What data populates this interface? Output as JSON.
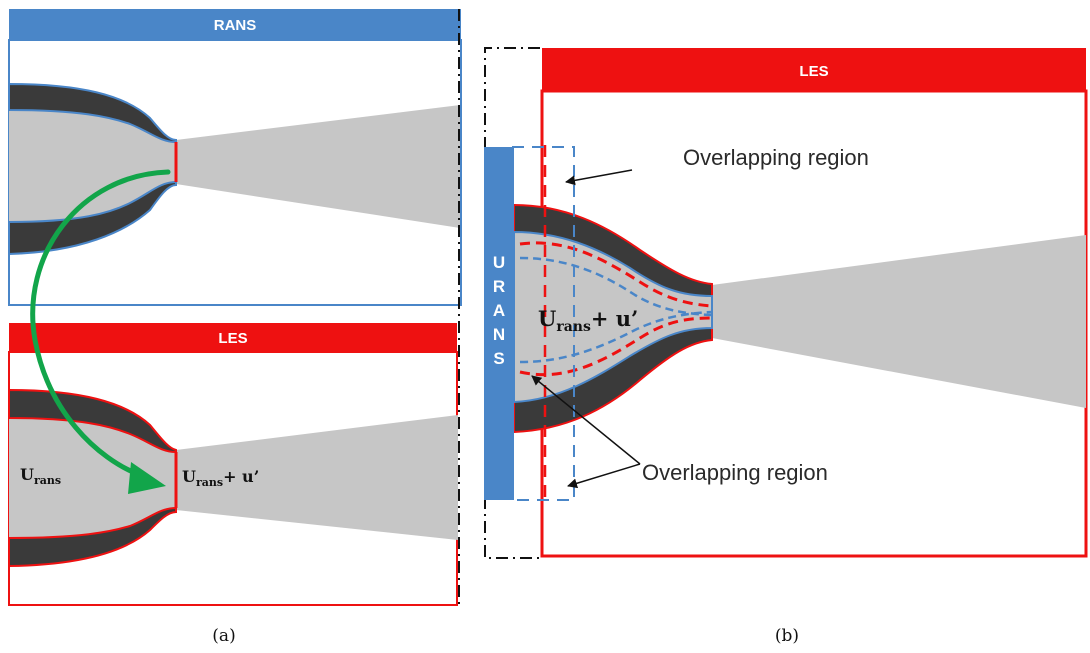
{
  "panel_a": {
    "rans_label": "RANS",
    "les_label": "LES",
    "u_rans_symbol": "U",
    "u_rans_subscript": "rans",
    "u_inflow_symbol": "U",
    "u_inflow_subscript": "rans",
    "u_inflow_suffix": "+ u’",
    "caption": "(a)"
  },
  "panel_b": {
    "les_label": "LES",
    "urans_letters": [
      "U",
      "R",
      "A",
      "N",
      "S"
    ],
    "u_inflow_symbol": "U",
    "u_inflow_subscript": "rans",
    "u_inflow_suffix": "+ u’",
    "overlap_label_top": "Overlapping region",
    "overlap_label_bottom": "Overlapping region",
    "caption": "(b)"
  },
  "colors": {
    "rans_blue": "#4a86c8",
    "les_red": "#ee1111",
    "nozzle_dark": "#3a3a3a",
    "fluid_gray": "#c6c6c6",
    "arrow_green": "#12a54a"
  }
}
